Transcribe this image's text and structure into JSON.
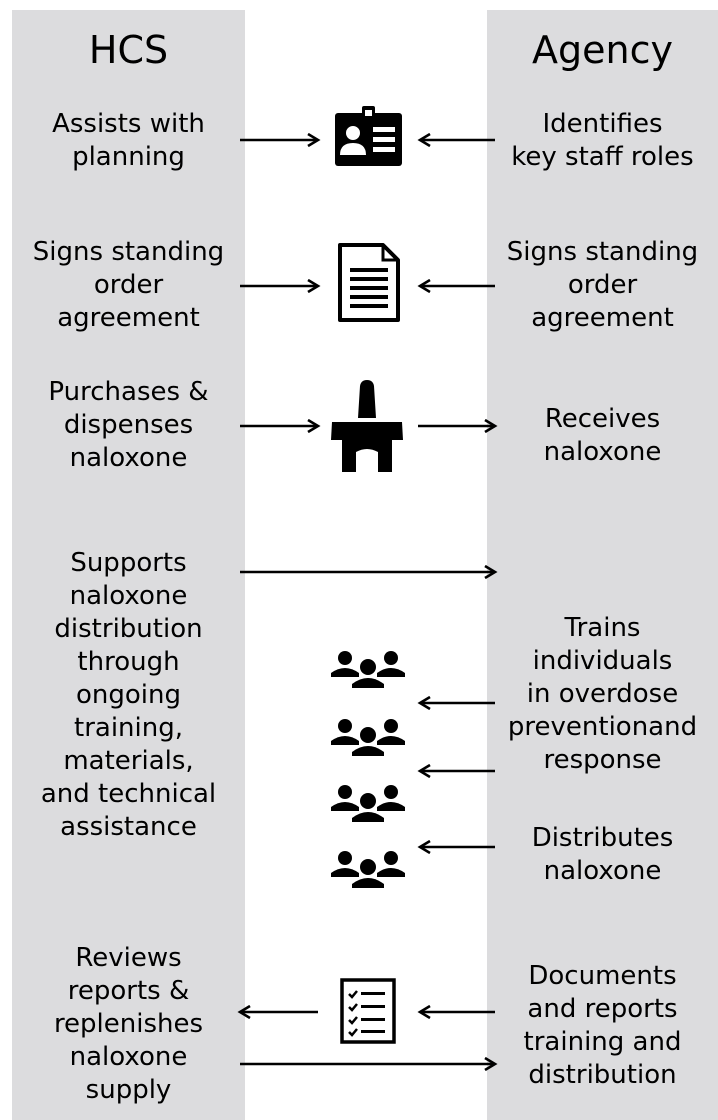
{
  "headers": {
    "left": "HCS",
    "right": "Agency"
  },
  "rows": [
    {
      "hcs": [
        "Assists with",
        "planning"
      ],
      "agency": [
        "Identifies",
        "key staff roles"
      ],
      "icon": "id-badge-icon"
    },
    {
      "hcs": [
        "Signs standing",
        "order",
        "agreement"
      ],
      "agency": [
        "Signs standing",
        "order",
        "agreement"
      ],
      "icon": "document-icon"
    },
    {
      "hcs": [
        "Purchases &",
        "dispenses",
        "naloxone"
      ],
      "agency": [
        "Receives",
        "naloxone"
      ],
      "icon": "nasal-spray-icon"
    },
    {
      "hcs": [
        "Supports",
        "naloxone",
        "distribution",
        "through",
        "ongoing",
        "training,",
        "materials,",
        "and technical",
        "assistance"
      ],
      "agency": [],
      "icon": ""
    },
    {
      "hcs": [],
      "agency": [
        "Trains",
        "individuals",
        "in overdose",
        "preventionand",
        "response"
      ],
      "icon": "people-group-icon"
    },
    {
      "hcs": [],
      "agency": [
        "Distributes",
        "naloxone"
      ],
      "icon": "people-group-icon"
    },
    {
      "hcs": [
        "Reviews",
        "reports &",
        "replenishes",
        "naloxone",
        "supply"
      ],
      "agency": [
        "Documents",
        "and reports",
        "training and",
        "distribution"
      ],
      "icon": "checklist-icon"
    }
  ]
}
